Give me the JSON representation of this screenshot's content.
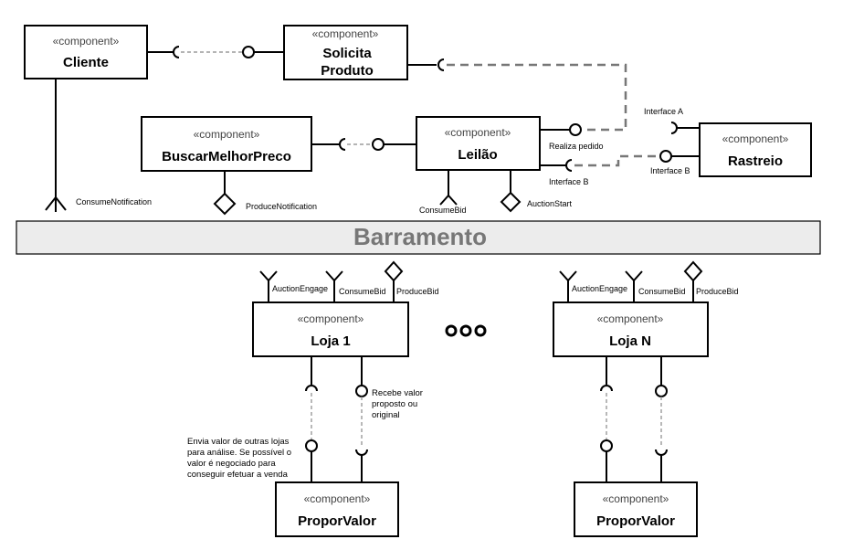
{
  "stereotype": "«component»",
  "components": {
    "cliente": "Cliente",
    "solicita_line1": "Solicita",
    "solicita_line2": "Produto",
    "buscar": "BuscarMelhorPreco",
    "leilao": "Leilão",
    "rastreio": "Rastreio",
    "loja1": "Loja 1",
    "lojaN": "Loja N",
    "propor1": "ProporValor",
    "proporN": "ProporValor"
  },
  "bus": "Barramento",
  "labels": {
    "consume_notification": "ConsumeNotification",
    "produce_notification": "ProduceNotification",
    "consume_bid": "ConsumeBid",
    "auction_start": "AuctionStart",
    "realiza_pedido": "Realiza pedido",
    "interface_a": "Interface A",
    "interface_b": "Interface B",
    "auction_engage": "AuctionEngage",
    "produce_bid": "ProduceBid"
  },
  "notes": {
    "recebe": [
      "Recebe valor",
      "proposto ou",
      "original"
    ],
    "envia": [
      "Envia valor de outras lojas",
      "para análise. Se possível o",
      "valor é negociado para",
      "conseguir efetuar a venda"
    ]
  }
}
